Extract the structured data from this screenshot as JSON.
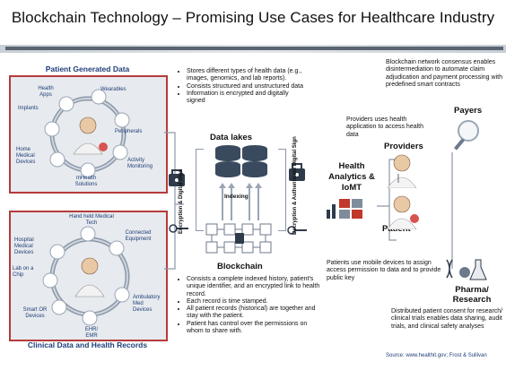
{
  "title": "Blockchain Technology – Promising Use Cases for Healthcare Industry",
  "colors": {
    "panel_border": "#b53b3b",
    "accent_blue": "#1f3e78",
    "band": "#5a6573"
  },
  "patient_generated": {
    "heading": "Patient Generated Data",
    "items": [
      "Health Apps",
      "Wearables",
      "Implants",
      "Peripherals",
      "Home Medical Devices",
      "Activity Monitoring",
      "mHealth Solutions"
    ]
  },
  "clinical": {
    "heading": "Clinical Data and Health Records",
    "items": [
      "Hand held Medical Tech",
      "Connected Equipment",
      "Hospital Medical Devices",
      "Lab on a Chip",
      "Smart OR Devices",
      "Ambulatory Med Devices",
      "EHR/ EMR"
    ]
  },
  "data_lakes": {
    "bullets": [
      "Stores different types of health data (e.g., images, genomics, and lab reports).",
      "Consists structured and unstructured data",
      "Information is encrypted and digitally signed"
    ],
    "label": "Data lakes"
  },
  "indexing_label": "Indexing",
  "encryption_label": "Encryption & Digital Sign",
  "decryption_label": "Decryption & Authenticate Digital Sign",
  "blockchain": {
    "label": "Blockchain",
    "bullets": [
      "Consists a complete indexed history, patient's unique identifier, and an encrypted link to health record.",
      "Each record is time stamped.",
      "All patient records (historical) are together and stay with the patient.",
      "Patient has control over the permissions on whom to share with."
    ]
  },
  "analytics_label": "Health Analytics & IoMT",
  "payers": {
    "desc": "Blockchain network consensus enables disintermediation to automate claim adjudication and payment processing with predefined smart contracts",
    "label": "Payers"
  },
  "providers": {
    "desc": "Providers uses health application to access health data",
    "label": "Providers"
  },
  "patient": {
    "label": "Patient",
    "desc": "Patients use mobile devices to assign access permission to data and to provide public key"
  },
  "pharma": {
    "label": "Pharma/ Research",
    "desc": "Distributed patient consent for research/ clinical trials enables data sharing, audit trials, and clinical safety analyses"
  },
  "source": "Source: www.healthit.gov; Frost & Sullivan"
}
